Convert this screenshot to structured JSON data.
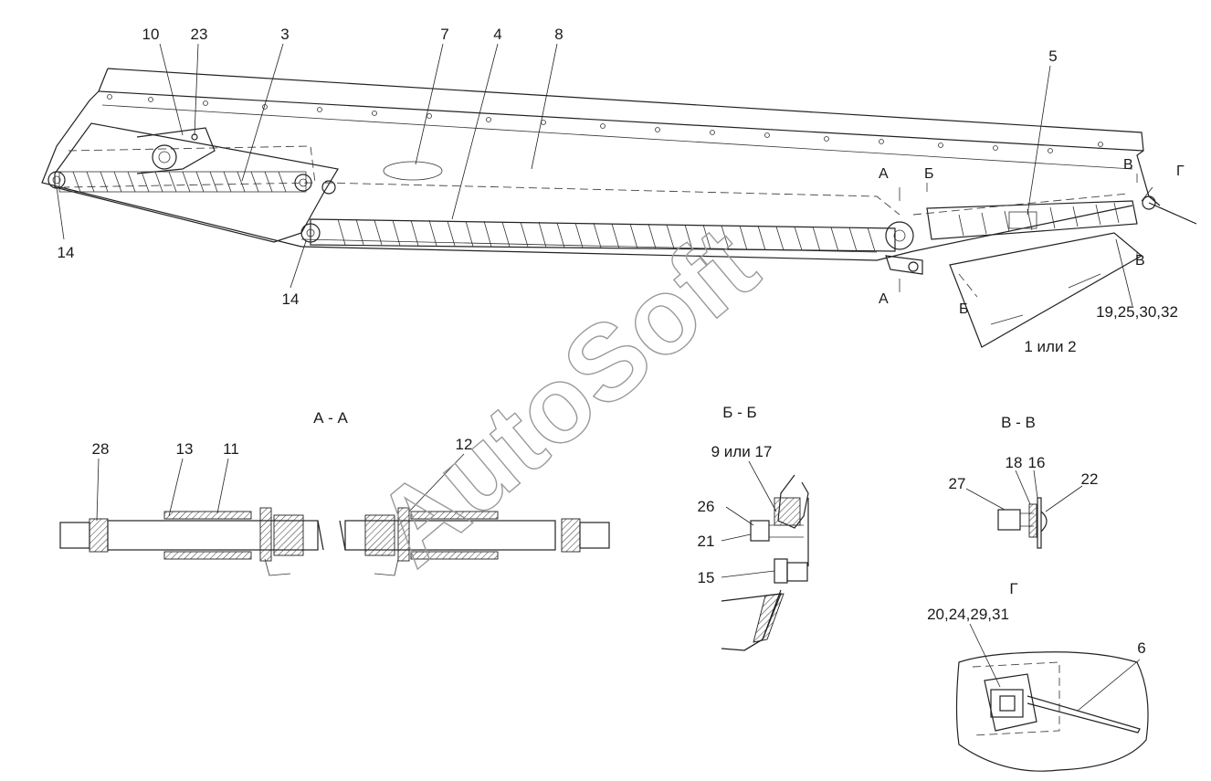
{
  "callouts": {
    "c10": "10",
    "c23": "23",
    "c3": "3",
    "c7": "7",
    "c4": "4",
    "c8": "8",
    "c5": "5",
    "c14a": "14",
    "c14b": "14",
    "c19": "19,25,30,32",
    "c1or2": "1 или 2"
  },
  "section_marks": {
    "a_top": "А",
    "a_bot": "А",
    "b_top": "Б",
    "b_bot": "Б",
    "v_top": "В",
    "v_bot": "В",
    "g_top": "Г"
  },
  "section_aa": {
    "title": "А - А",
    "c28": "28",
    "c13": "13",
    "c11": "11",
    "c12": "12"
  },
  "section_bb": {
    "title": "Б - Б",
    "c9": "9 или 17",
    "c26": "26",
    "c21": "21",
    "c15": "15"
  },
  "section_vv": {
    "title": "В - В",
    "c18": "18",
    "c16": "16",
    "c27": "27",
    "c22": "22"
  },
  "view_g": {
    "title": "Г",
    "c20": "20,24,29,31",
    "c6": "6"
  },
  "watermark": "AutoSoft"
}
